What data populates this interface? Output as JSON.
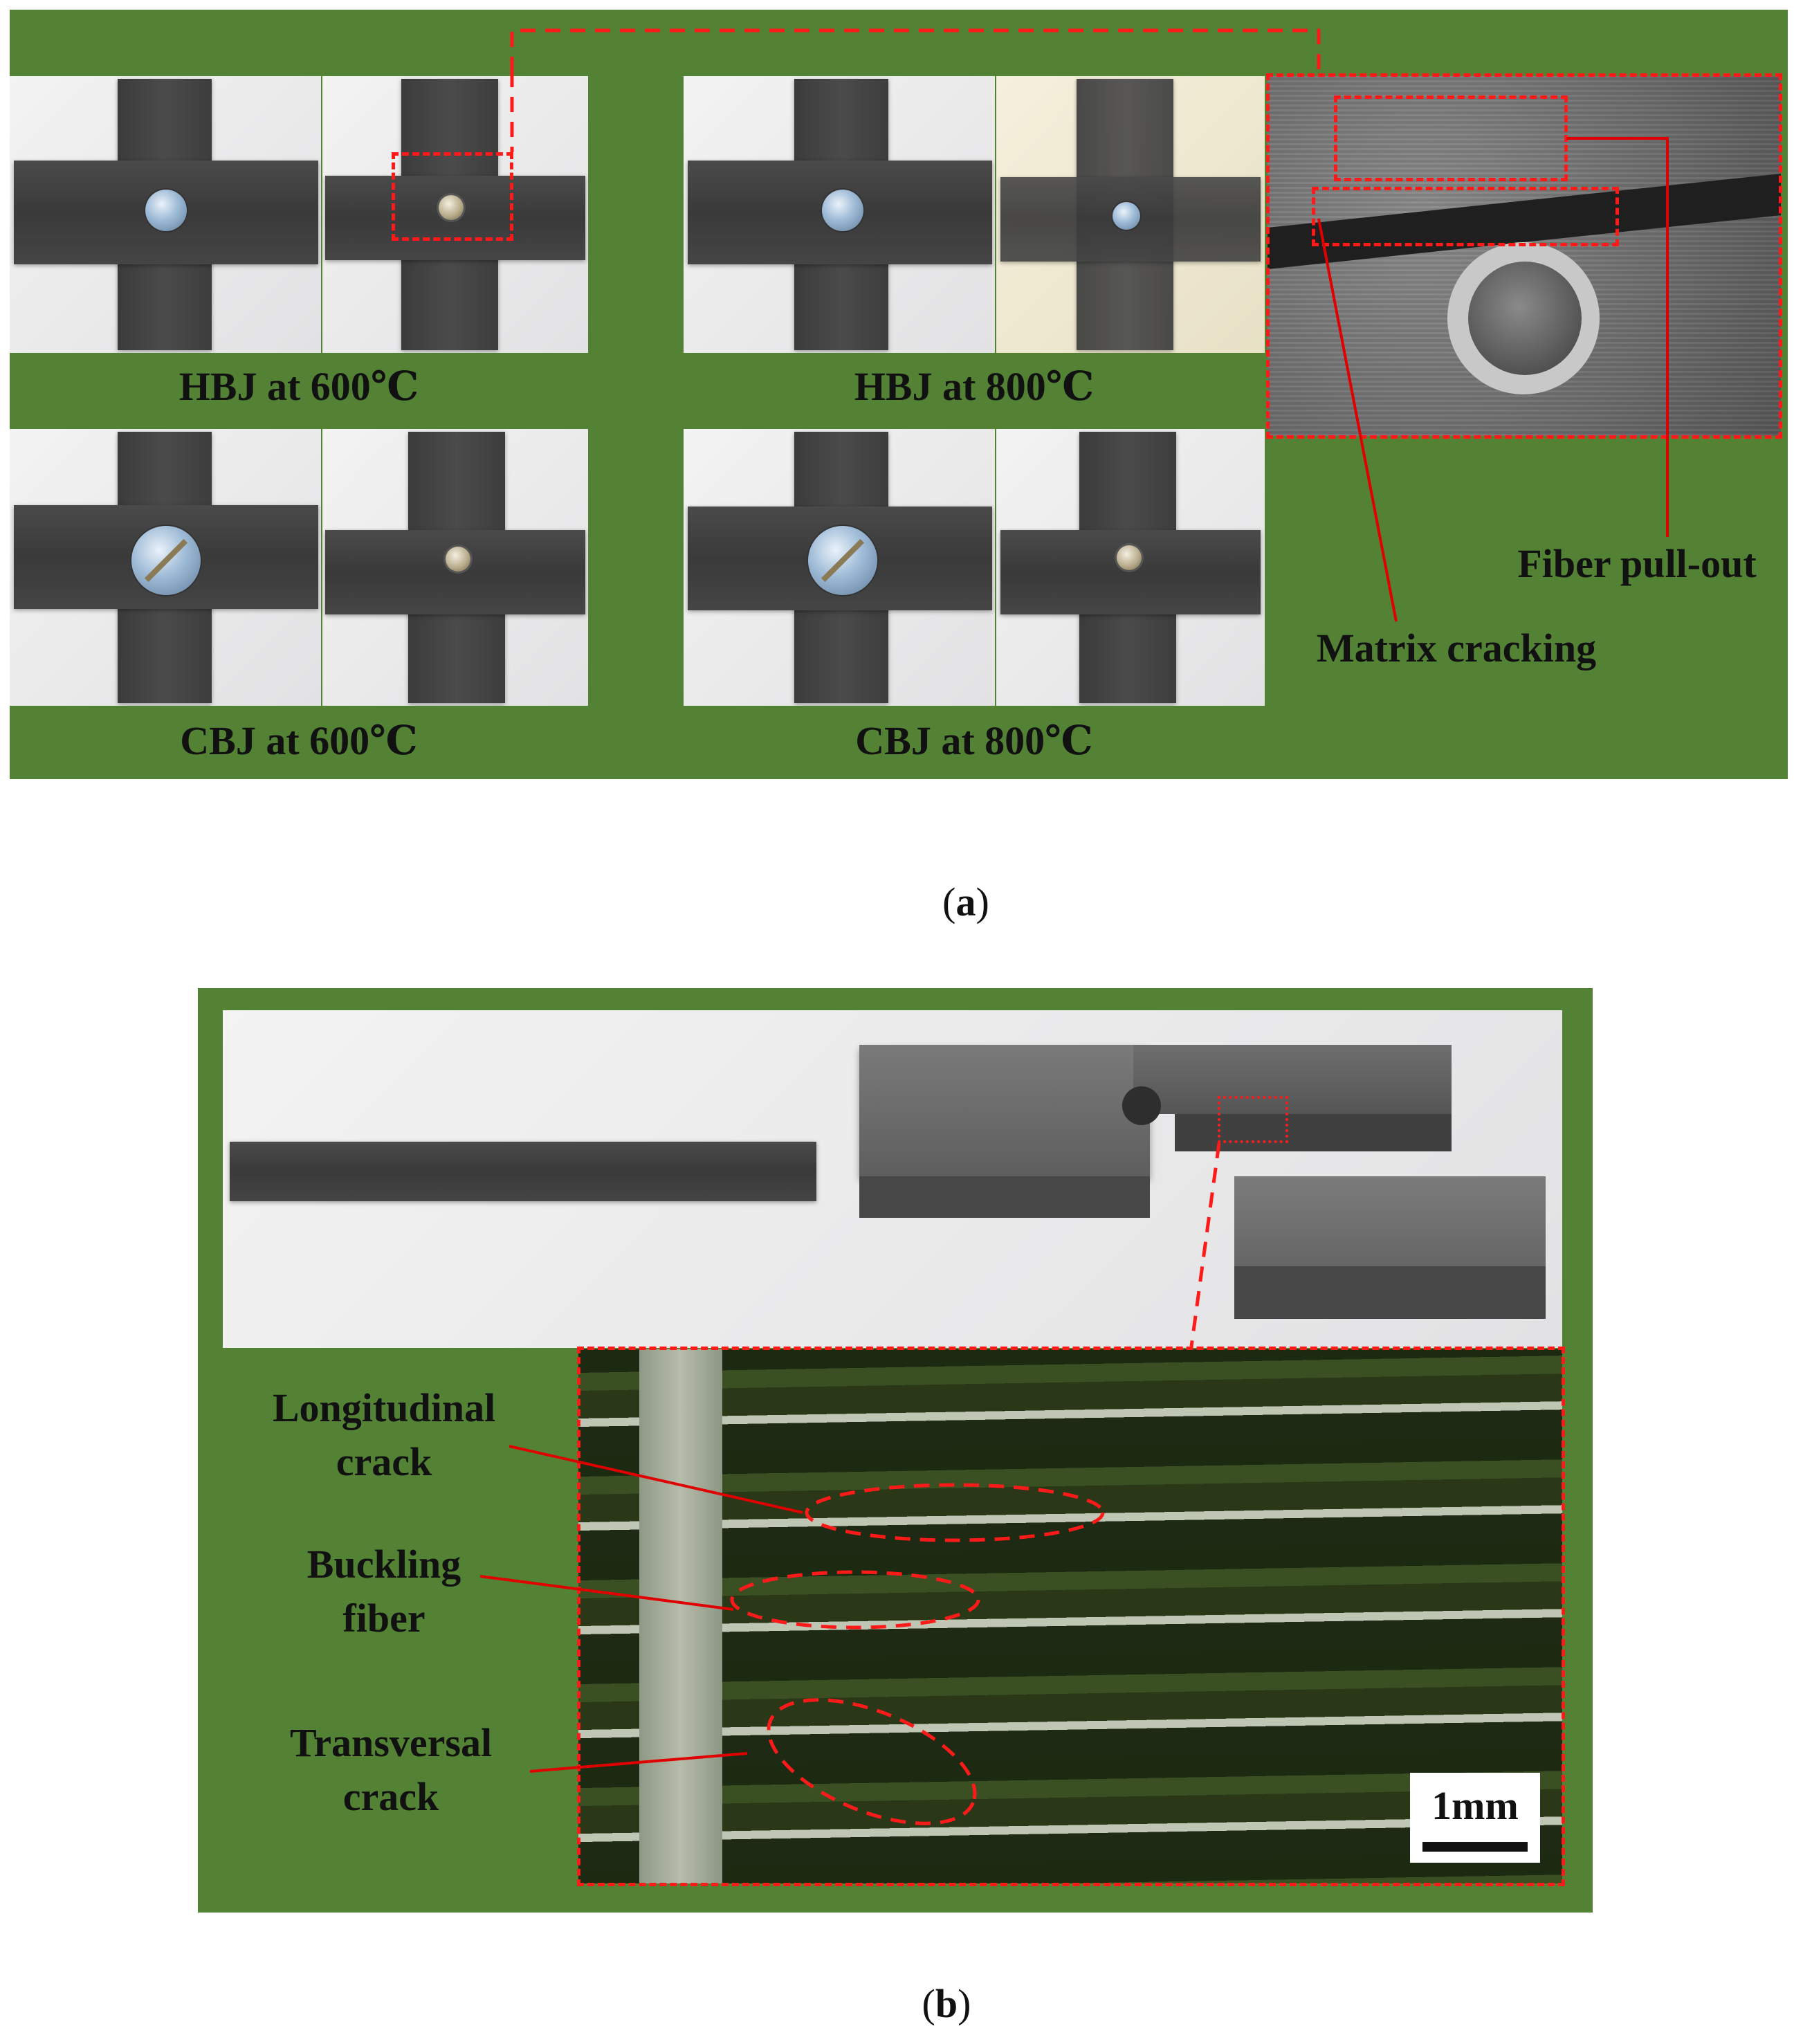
{
  "panel_a": {
    "captions": {
      "hbj_600": "HBJ at 600℃",
      "hbj_800": "HBJ at 800℃",
      "cbj_600": "CBJ at 600℃",
      "cbj_800": "CBJ at 800℃"
    },
    "annotations": {
      "fiber_pullout": "Fiber pull-out",
      "matrix_cracking": "Matrix cracking"
    },
    "label_prefix": "(",
    "label_letter": "a",
    "label_suffix": ")"
  },
  "panel_b": {
    "annotations": {
      "longitudinal_1": "Longitudinal",
      "longitudinal_2": "crack",
      "buckling_1": "Buckling",
      "buckling_2": "fiber",
      "transversal_1": "Transversal",
      "transversal_2": "crack"
    },
    "scale_bar": "1mm",
    "label_prefix": "(",
    "label_letter": "b",
    "label_suffix": ")"
  },
  "colors": {
    "panel_background": "#548235",
    "highlight_dashes": "#ff1a1a"
  }
}
